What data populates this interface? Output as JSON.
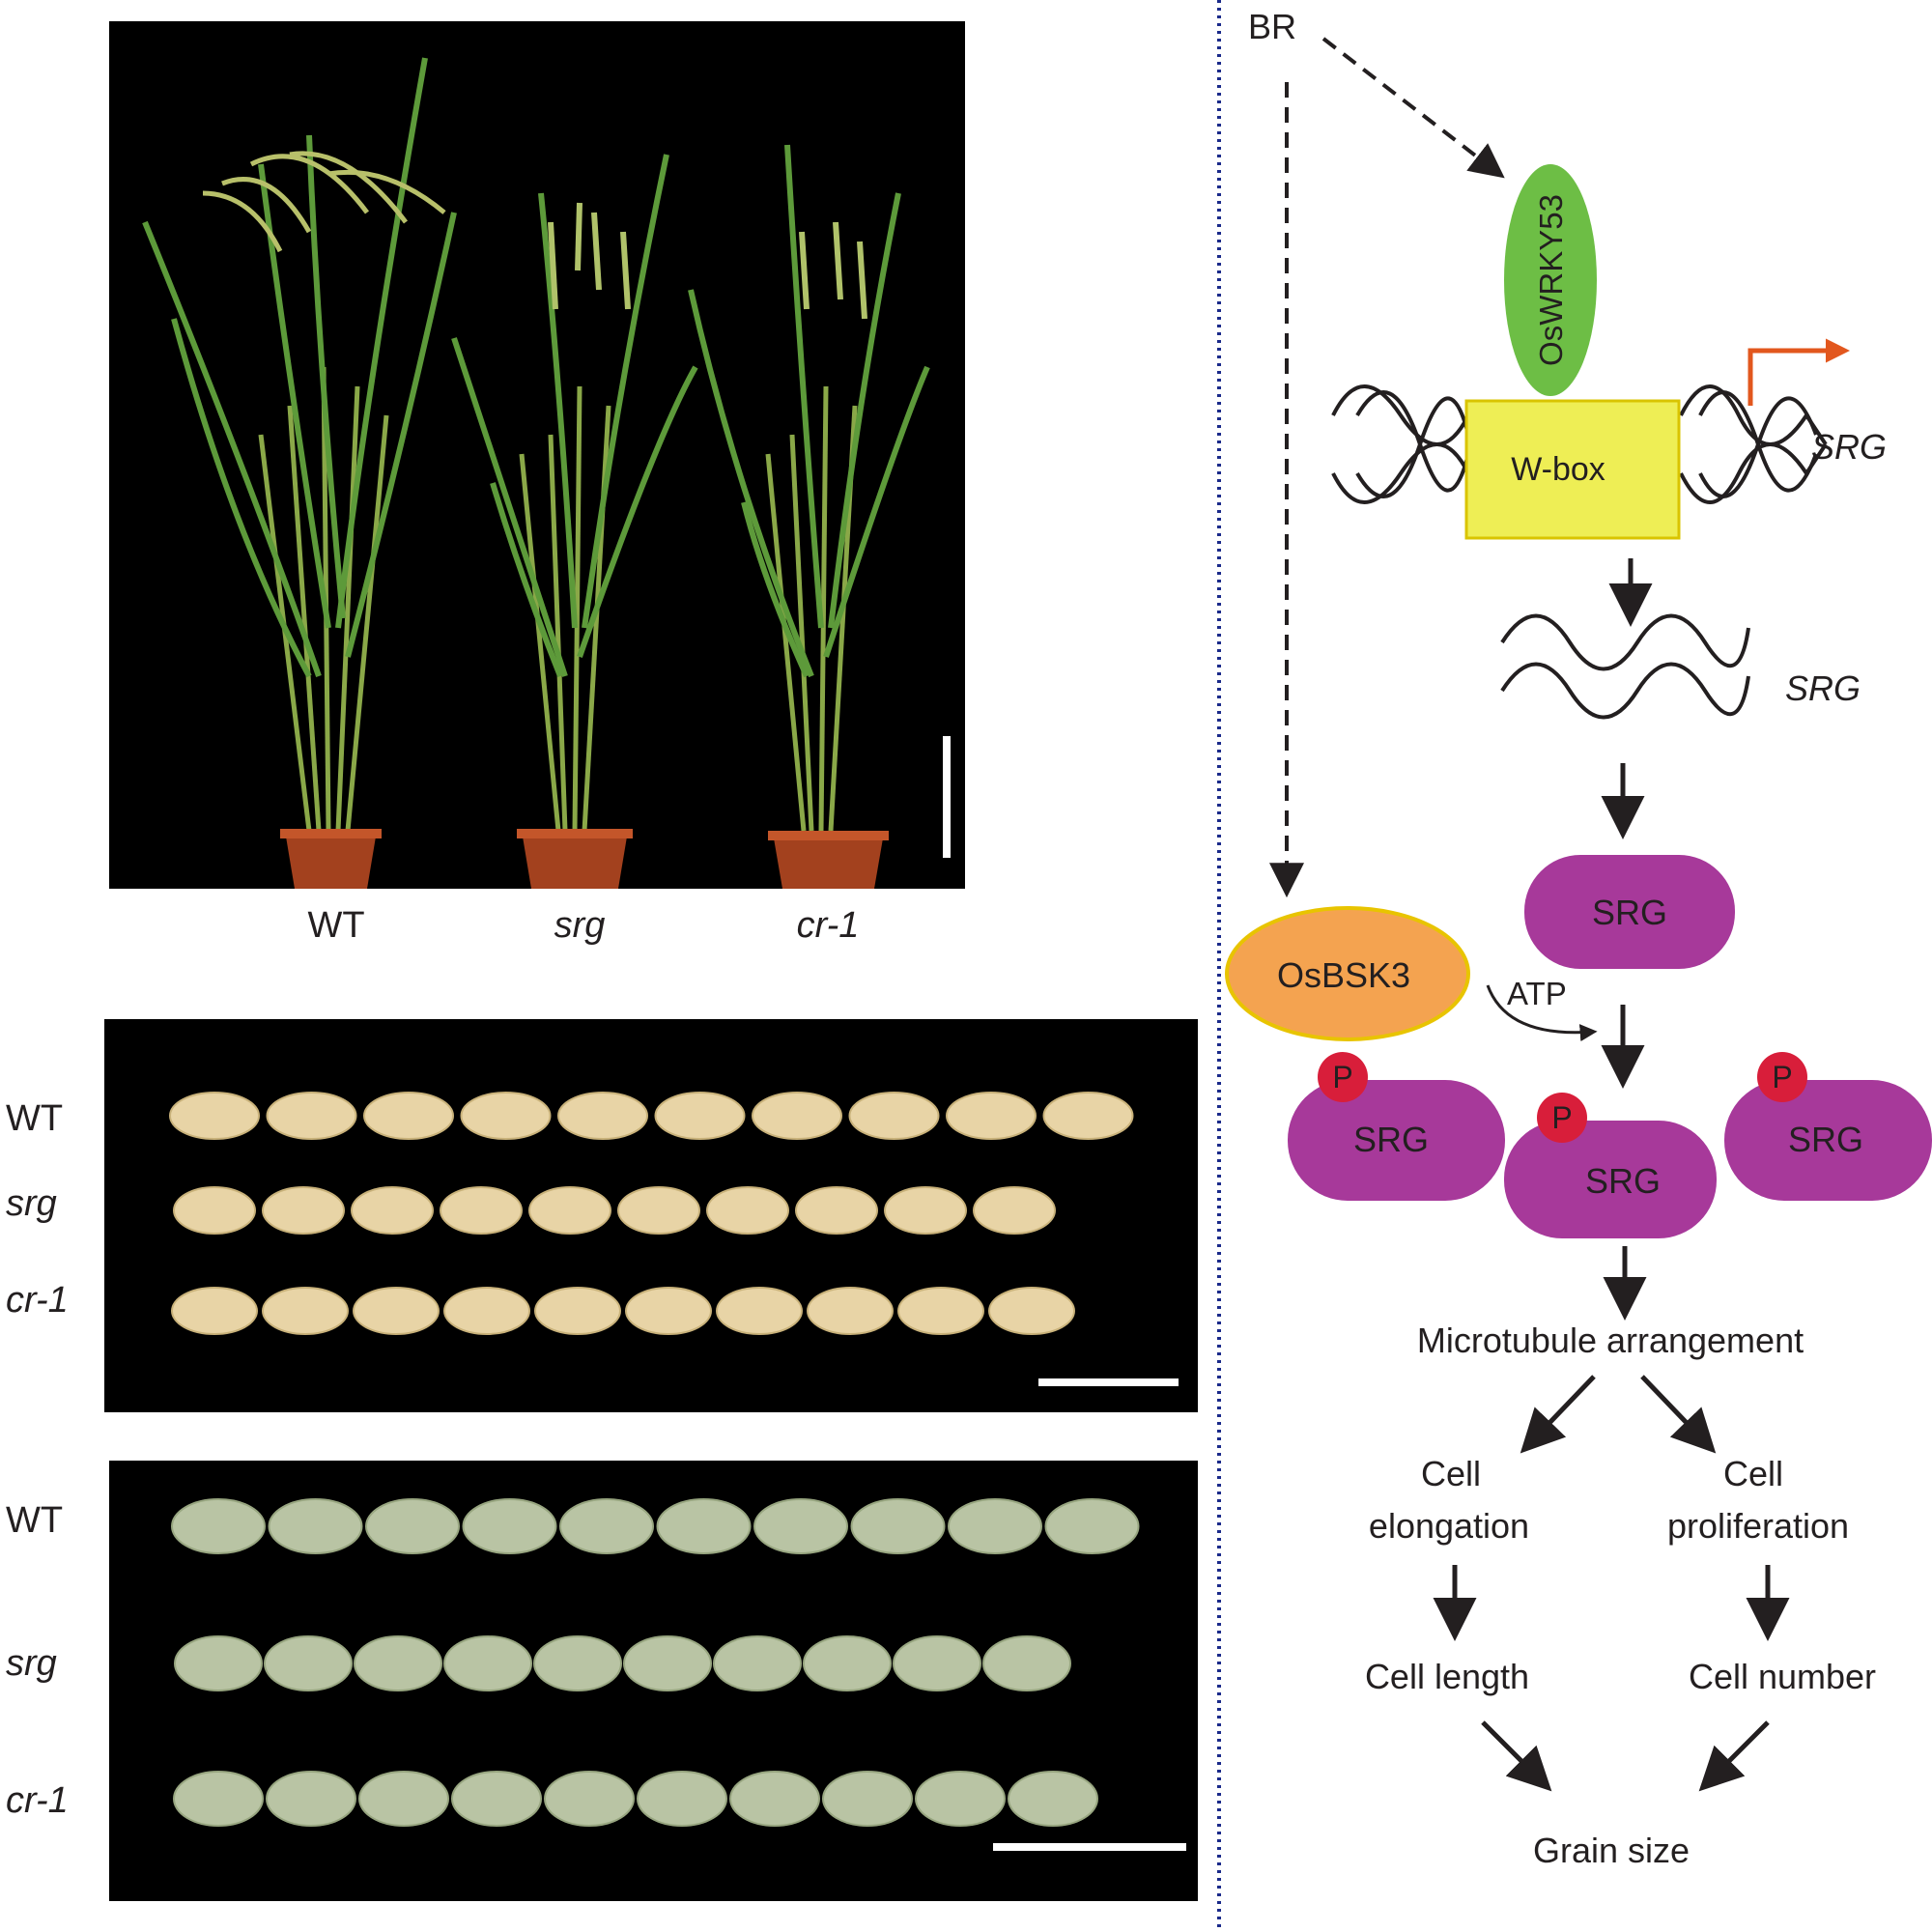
{
  "panel_a": {
    "labels": [
      "WT",
      "srg",
      "cr-1"
    ]
  },
  "panel_b": {
    "rows": [
      {
        "label": "WT",
        "count": 10
      },
      {
        "label": "srg",
        "count": 10
      },
      {
        "label": "cr-1",
        "count": 10
      }
    ]
  },
  "panel_c": {
    "rows": [
      {
        "label": "WT",
        "count": 10
      },
      {
        "label": "srg",
        "count": 10
      },
      {
        "label": "cr-1",
        "count": 10
      }
    ]
  },
  "model": {
    "br": "BR",
    "wrky": "OsWRKY53",
    "wbox": "W-box",
    "gene": "SRG",
    "mrna": "SRG",
    "protein": "SRG",
    "bsk3": "OsBSK3",
    "atp": "ATP",
    "p": "P",
    "microtubule": "Microtubule arrangement",
    "cell_elong_1": "Cell",
    "cell_elong_2": "elongation",
    "cell_prolif_1": "Cell",
    "cell_prolif_2": "proliferation",
    "cell_length": "Cell length",
    "cell_number": "Cell number",
    "grain_size": "Grain size"
  },
  "colors": {
    "wrky": "#6dbe45",
    "wbox": "#eeee55",
    "srg_protein": "#a7399a",
    "bsk3": "#f4a350",
    "bsk3_border": "#e8c400",
    "phospho": "#d81e3a",
    "orange_arrow": "#e2571e",
    "divider": "#1a2a8a"
  }
}
